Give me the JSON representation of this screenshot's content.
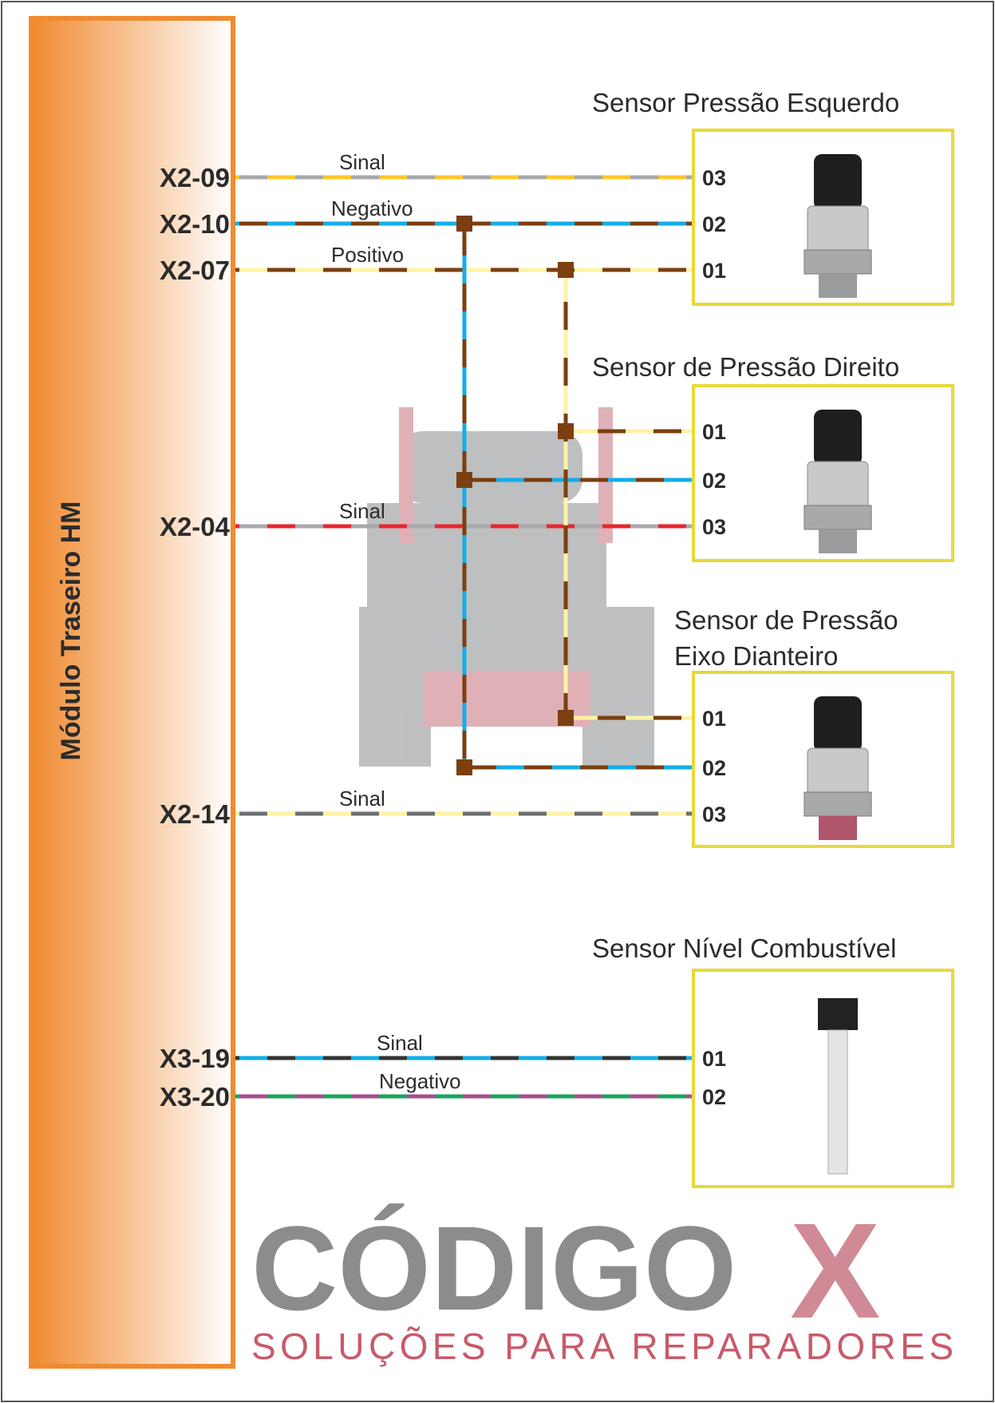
{
  "module": {
    "label": "Módulo Traseiro HM",
    "colors": {
      "border": "#f08a30",
      "fill_left": "#f08a30",
      "fill_right": "#ffffff"
    }
  },
  "watermark": {
    "brand": "CÓDIGO",
    "brand_x": "X",
    "tagline": "SOLUÇÕES PARA REPARADORES"
  },
  "connectors": [
    {
      "id": "X2-09",
      "label": "X2-09",
      "wire_label": "Sinal"
    },
    {
      "id": "X2-10",
      "label": "X2-10",
      "wire_label": "Negativo"
    },
    {
      "id": "X2-07",
      "label": "X2-07",
      "wire_label": "Positivo"
    },
    {
      "id": "X2-04",
      "label": "X2-04",
      "wire_label": "Sinal"
    },
    {
      "id": "X2-14",
      "label": "X2-14",
      "wire_label": "Sinal"
    },
    {
      "id": "X3-19",
      "label": "X3-19",
      "wire_label": "Sinal"
    },
    {
      "id": "X3-20",
      "label": "X3-20",
      "wire_label": "Negativo"
    }
  ],
  "sensors": [
    {
      "title": [
        "Sensor Pressão Esquerdo"
      ],
      "pins": [
        "03",
        "02",
        "01"
      ]
    },
    {
      "title": [
        "Sensor de Pressão Direito"
      ],
      "pins": [
        "01",
        "02",
        "03"
      ]
    },
    {
      "title": [
        "Sensor de Pressão",
        "Eixo Dianteiro"
      ],
      "pins": [
        "01",
        "02",
        "03"
      ]
    },
    {
      "title": [
        "Sensor Nível Combustível"
      ],
      "pins": [
        "01",
        "02"
      ]
    }
  ],
  "wire_colors": {
    "signal_left": [
      "#a7a9ac",
      "#fcc72a"
    ],
    "negative": [
      "#7b3f10",
      "#12aee8"
    ],
    "positive": [
      "#fff3a6",
      "#7b3f10"
    ],
    "signal_right": [
      "#a7a9ac",
      "#e8262d"
    ],
    "signal_axle": [
      "#6d6e71",
      "#fff3a6"
    ],
    "fuel_signal": [
      "#12aee8",
      "#333333"
    ],
    "fuel_negative": [
      "#a64d8f",
      "#1aa35a"
    ],
    "sensor_box": "#e8d93a"
  }
}
